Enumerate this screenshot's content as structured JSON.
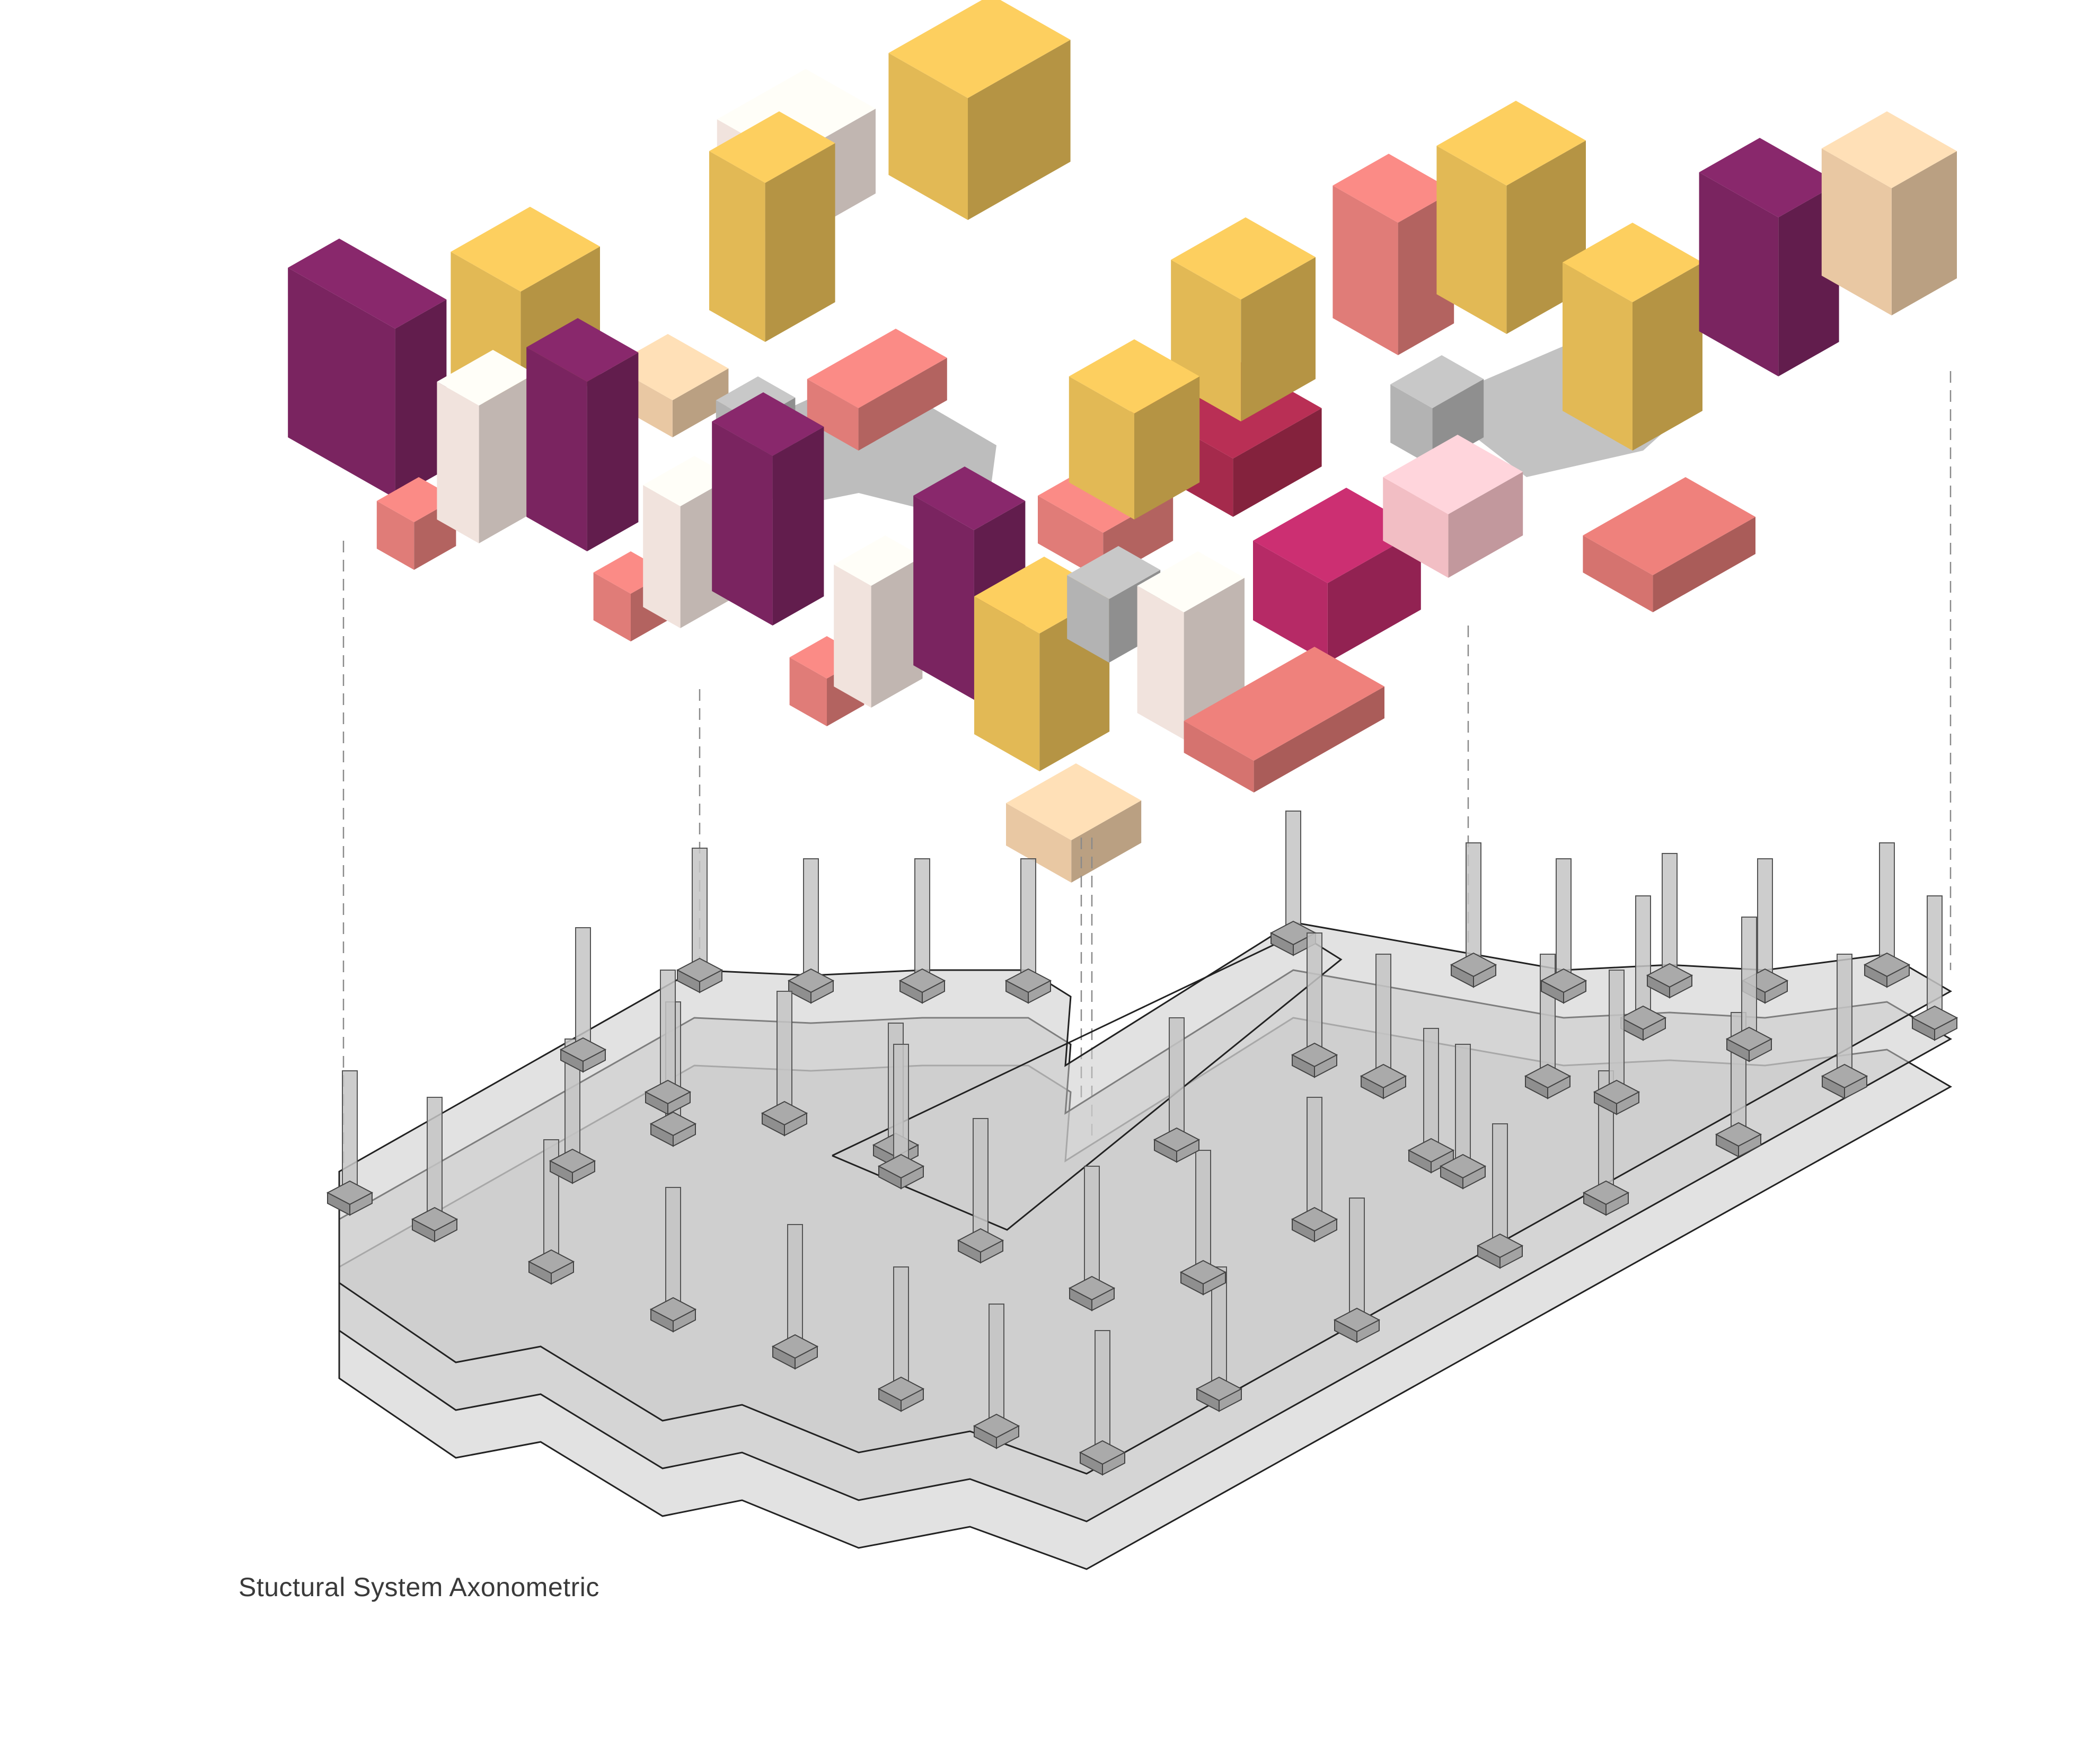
{
  "caption": "Stuctural System Axonometric",
  "colors": {
    "yellow": "#e2b955",
    "purple": "#7a2460",
    "magenta": "#b62a66",
    "crimson": "#a52a4c",
    "coral": "#e07c78",
    "salmon": "#d5736f",
    "blush": "#f2bec4",
    "cream": "#f1e3dd",
    "tan": "#e9c8a3",
    "grey": "#b3b3b3",
    "slab": "#cacaca",
    "outline": "#222222",
    "projection": "#8a8a8a"
  },
  "diagram": {
    "upper_volume": "program massing blocks",
    "lower_volume": "structural slabs, columns and footings",
    "levels": 3,
    "connector_style": "dashed projection lines"
  }
}
